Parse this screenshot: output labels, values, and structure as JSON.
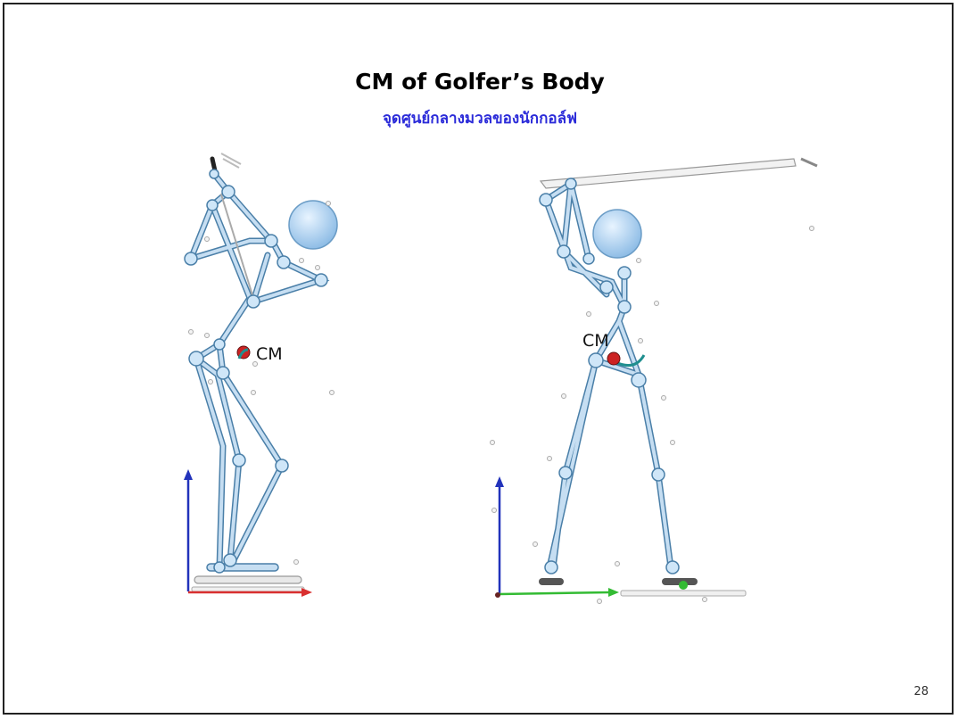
{
  "slide": {
    "title": "CM of Golfer’s Body",
    "subtitle": "จุดศูนย์กลางมวลของนักกอล์ฟ",
    "page_number": "28"
  },
  "figures": [
    {
      "cm_label": "CM"
    },
    {
      "cm_label": "CM"
    }
  ],
  "colors": {
    "bone": "#8fb7d6",
    "joint": "#cfe6f8",
    "head": "#a9cdee",
    "cm_marker": "#cc2222",
    "cm_trace": "#1f8f8f",
    "axis_x": "#d93030",
    "axis_y": "#2233bb",
    "axis_z": "#33bb33"
  }
}
